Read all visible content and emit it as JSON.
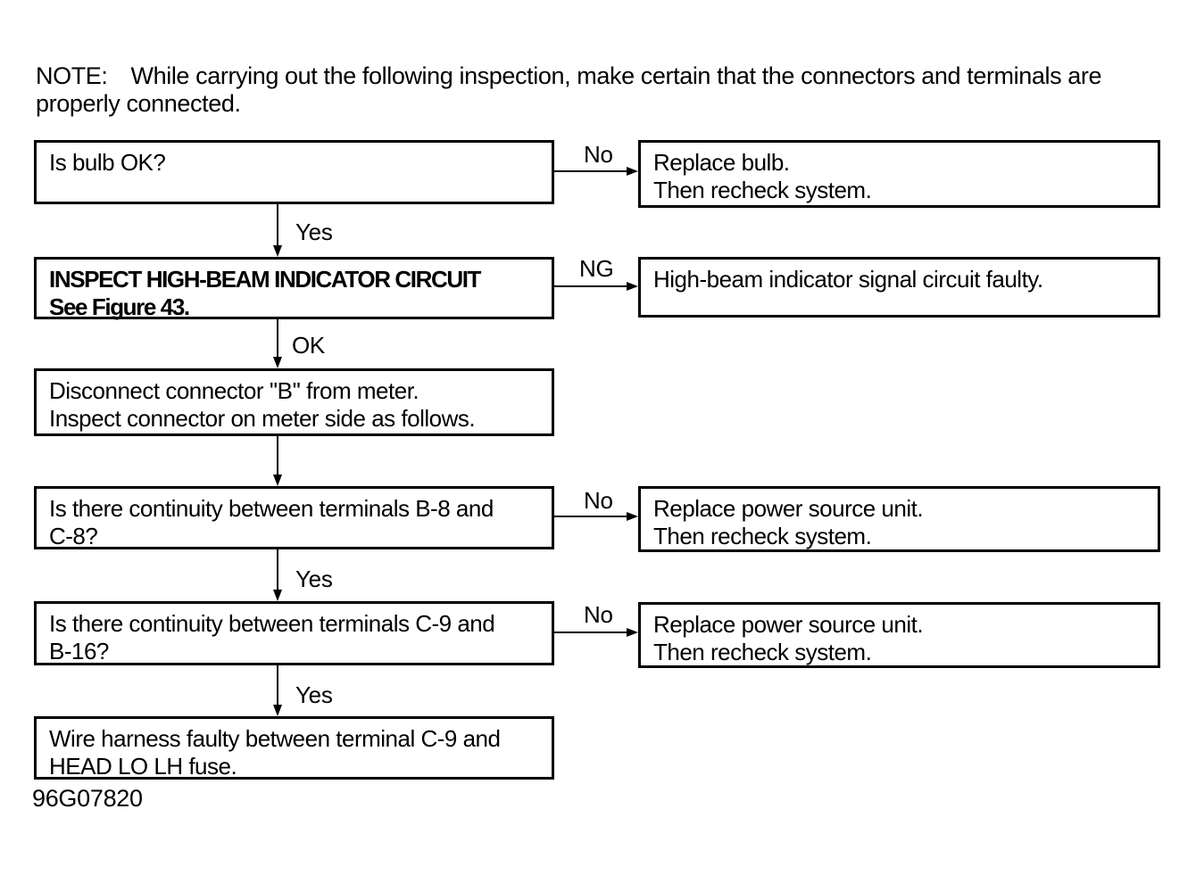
{
  "note": {
    "prefix": "NOTE:",
    "body": "While carrying out the following inspection, make certain that the connectors and terminals are properly connected."
  },
  "boxes": {
    "left": [
      {
        "lines": [
          "Is bulb OK?"
        ]
      },
      {
        "lines": [
          "INSPECT HIGH-BEAM INDICATOR CIRCUIT",
          "See Figure 43."
        ]
      },
      {
        "lines": [
          "Disconnect connector ''B'' from meter.",
          "Inspect connector on meter side as follows."
        ]
      },
      {
        "lines": [
          "Is there continuity between terminals B-8 and",
          "C-8?"
        ]
      },
      {
        "lines": [
          "Is there continuity between terminals C-9 and",
          "B-16?"
        ]
      },
      {
        "lines": [
          "Wire harness faulty between terminal C-9 and",
          "HEAD LO LH fuse."
        ]
      }
    ],
    "right": [
      {
        "lines": [
          "Replace bulb.",
          "Then recheck system."
        ]
      },
      {
        "lines": [
          "High-beam indicator signal circuit faulty."
        ]
      },
      {
        "lines": [
          "Replace power source unit.",
          "Then recheck system."
        ]
      },
      {
        "lines": [
          "Replace power source unit.",
          "Then recheck system."
        ]
      }
    ]
  },
  "labels": {
    "no_1": "No",
    "yes_1": "Yes",
    "ng": "NG",
    "ok": "OK",
    "no_2": "No",
    "yes_2": "Yes",
    "no_3": "No",
    "yes_3": "Yes"
  },
  "figure_code": "96G07820",
  "colors": {
    "ink": "#000000",
    "paper": "#ffffff"
  }
}
